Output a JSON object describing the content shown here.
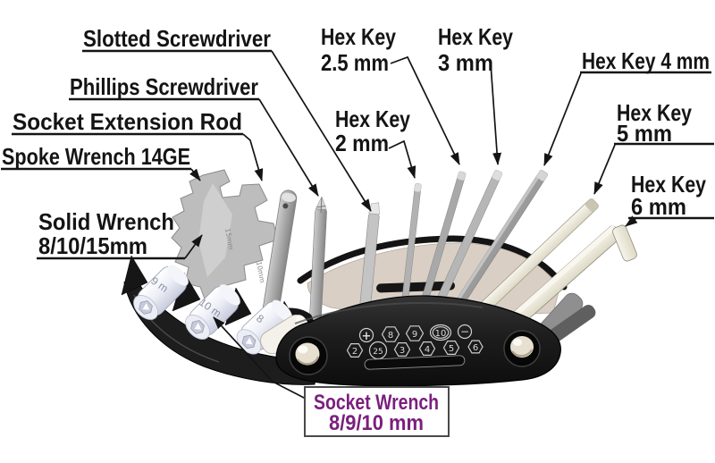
{
  "diagram": {
    "labels": {
      "slotted": "Slotted Screwdriver",
      "phillips": "Phillips Screwdriver",
      "socket_extension": "Socket Extension Rod",
      "spoke_wrench": "Spoke Wrench 14GE",
      "solid_wrench": {
        "line1": "Solid Wrench",
        "line2": "8/10/15mm"
      },
      "hex_2_5": {
        "line1": "Hex Key",
        "line2": "2.5 mm"
      },
      "hex_3": {
        "line1": "Hex Key",
        "line2": "3 mm"
      },
      "hex_4": {
        "line1": "Hex Key 4 mm"
      },
      "hex_2": {
        "line1": "Hex Key",
        "line2": "2 mm"
      },
      "hex_5": {
        "line1": "Hex Key",
        "line2": "5 mm"
      },
      "hex_6": {
        "line1": "Hex Key",
        "line2": "6 mm"
      },
      "socket_wrench": {
        "line1": "Socket Wrench",
        "line2": "8/9/10 mm"
      }
    },
    "tool": {
      "body_markings": {
        "plus": "+",
        "top_row": [
          "8",
          "9",
          "10"
        ],
        "minus": "−",
        "bottom_row": [
          "2",
          "25",
          "3",
          "4",
          "5",
          "6"
        ]
      },
      "socket_sizes": [
        "9 m",
        "10 m",
        "8"
      ],
      "etched_marks": [
        "15mm",
        "10mm"
      ]
    },
    "colors": {
      "label_text": "#141414",
      "highlight_text": "#7a1f7e",
      "body_black": "#1d1d1d",
      "plate_tan": "#d9cfc4",
      "metal_gray": "#bdbdbd",
      "ivory": "#efecdc",
      "socket_white": "#eef0f7"
    }
  }
}
